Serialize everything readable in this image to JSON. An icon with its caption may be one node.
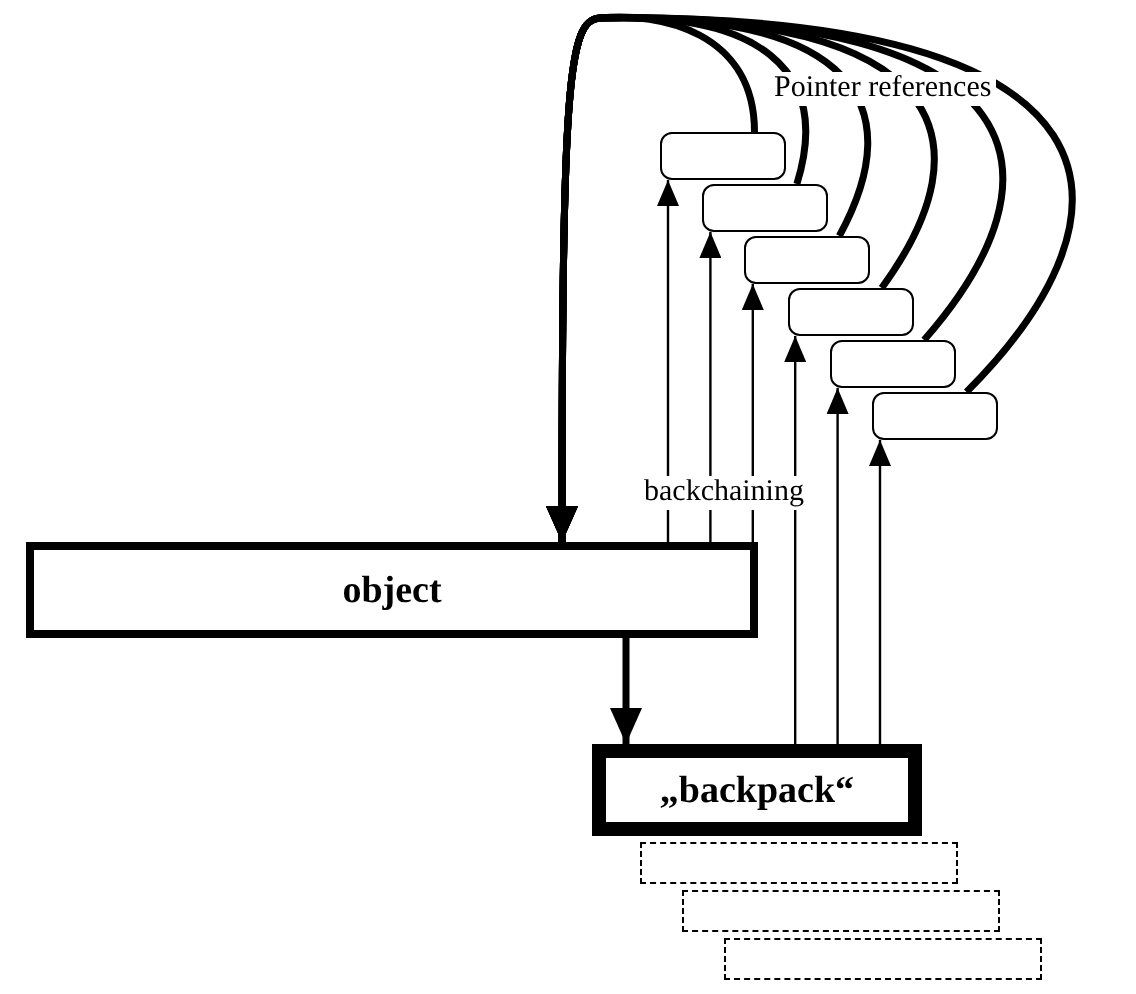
{
  "diagram": {
    "nodes": [
      {
        "text": [
          "object"
        ]
      },
      {
        "text": [
          "„backpack“"
        ]
      },
      {
        "text": [],
        "shape": "box"
      },
      {
        "text": [],
        "shape": "box"
      },
      {
        "text": [],
        "shape": "box"
      },
      {
        "text": [],
        "shape": "box"
      },
      {
        "text": [],
        "shape": "box"
      },
      {
        "text": [],
        "shape": "box"
      },
      {
        "text": [],
        "shape": "box"
      },
      {
        "text": [],
        "shape": "box"
      },
      {
        "text": [],
        "shape": "box"
      }
    ],
    "edges": [
      {
        "from": 0,
        "to": 1,
        "arrow": "to"
      },
      {
        "from": 2,
        "to": 0,
        "arrow": "to"
      },
      {
        "from": 3,
        "to": 0,
        "arrow": "to"
      },
      {
        "from": 4,
        "to": 0,
        "arrow": "to"
      },
      {
        "from": 5,
        "to": 0,
        "arrow": "to"
      },
      {
        "from": 6,
        "to": 0,
        "arrow": "to"
      },
      {
        "from": 7,
        "to": 0,
        "arrow": "to"
      },
      {
        "from": 0,
        "to": 2,
        "arrow": "to"
      },
      {
        "from": 0,
        "to": 3,
        "arrow": "to"
      },
      {
        "from": 0,
        "to": 4,
        "arrow": "to"
      },
      {
        "from": 1,
        "to": 5,
        "arrow": "to"
      },
      {
        "from": 1,
        "to": 6,
        "arrow": "to"
      },
      {
        "from": 1,
        "to": 7,
        "arrow": "to"
      }
    ],
    "labels": [
      "Pointer references",
      "backchaining"
    ]
  }
}
